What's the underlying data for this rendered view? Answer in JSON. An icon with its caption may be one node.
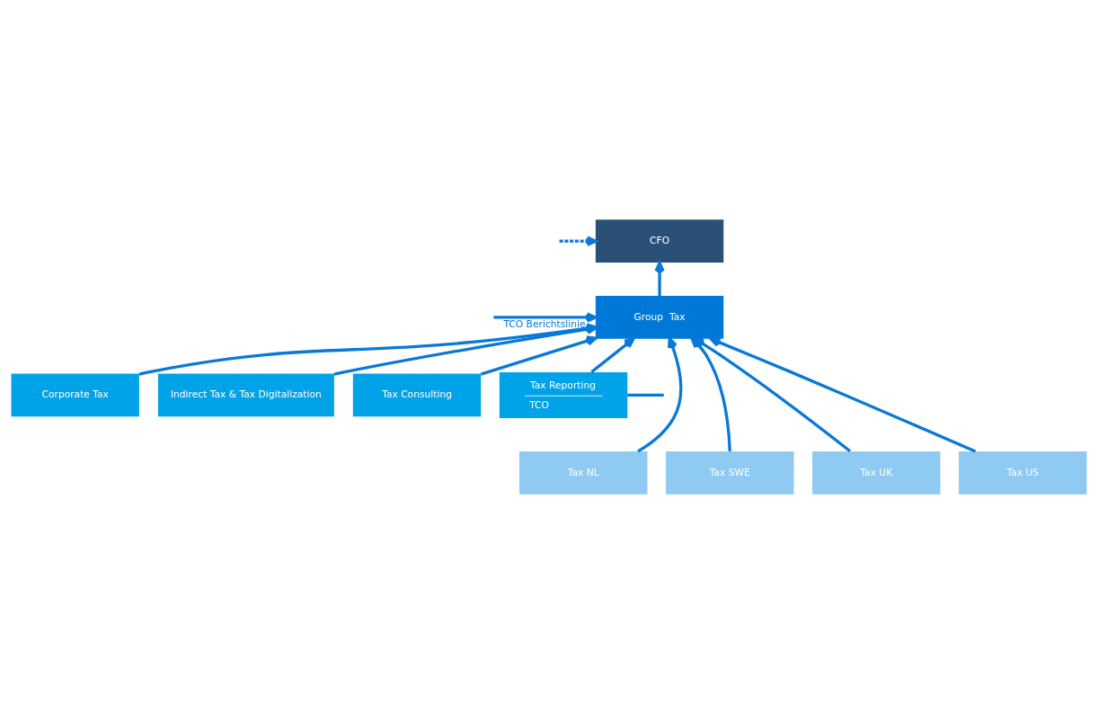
{
  "diagram": {
    "nodes": [
      {
        "text": [
          "CFO"
        ]
      },
      {
        "text": [
          "Group  Tax"
        ]
      },
      {
        "text": [
          "Corporate Tax"
        ]
      },
      {
        "text": [
          "Indirect Tax & Tax Digitalization"
        ]
      },
      {
        "text": [
          "Tax Consulting"
        ]
      },
      {
        "text": [
          "Tax Reporting",
          "TCO"
        ]
      },
      {
        "text": [
          "Tax NL"
        ]
      },
      {
        "text": [
          "Tax SWE"
        ]
      },
      {
        "text": [
          "Tax UK"
        ]
      },
      {
        "text": [
          "Tax US"
        ]
      }
    ],
    "edges": [
      {
        "from": 1,
        "to": 0,
        "arrow": "to"
      },
      {
        "from": null,
        "to": 0,
        "arrow": "to",
        "style": "dashed"
      },
      {
        "from": null,
        "to": 1,
        "arrow": "to",
        "label": "TCO Berichtslinie"
      },
      {
        "from": 2,
        "to": 1,
        "arrow": "to"
      },
      {
        "from": 3,
        "to": 1,
        "arrow": "to"
      },
      {
        "from": 4,
        "to": 1,
        "arrow": "to"
      },
      {
        "from": 5,
        "to": 1,
        "arrow": "to"
      },
      {
        "from": 5,
        "to": null,
        "arrow": "none"
      },
      {
        "from": 6,
        "to": 1,
        "arrow": "to"
      },
      {
        "from": 7,
        "to": 1,
        "arrow": "to"
      },
      {
        "from": 8,
        "to": 1,
        "arrow": "to"
      },
      {
        "from": 9,
        "to": 1,
        "arrow": "to"
      }
    ]
  }
}
